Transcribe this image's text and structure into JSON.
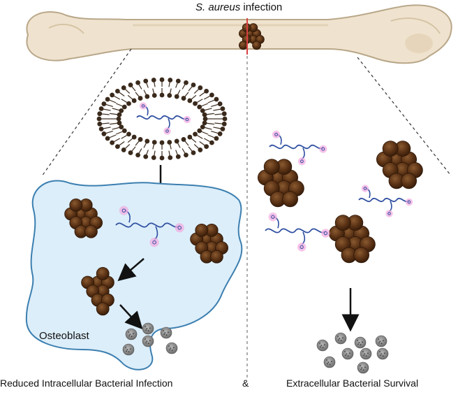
{
  "title": {
    "species": "S. aureus",
    "rest": " infection"
  },
  "cell_label": "Osteoblast",
  "captions": {
    "left": "Reduced Intracellular Bacterial Infection",
    "ampersand": "&",
    "right": "Extracellular Bacterial Survival"
  },
  "colors": {
    "bone": "#efe3cf",
    "bone_edge": "#b9a789",
    "bacteria": "#5a3215",
    "cell_fill": "#dceefa",
    "cell_edge": "#3c7fb0",
    "aptamer": "#2f4fa0",
    "aptamer_tag": "#ec8fd0",
    "lipid": "#3a2a1c",
    "dead_cell": "#7c7c7c"
  }
}
